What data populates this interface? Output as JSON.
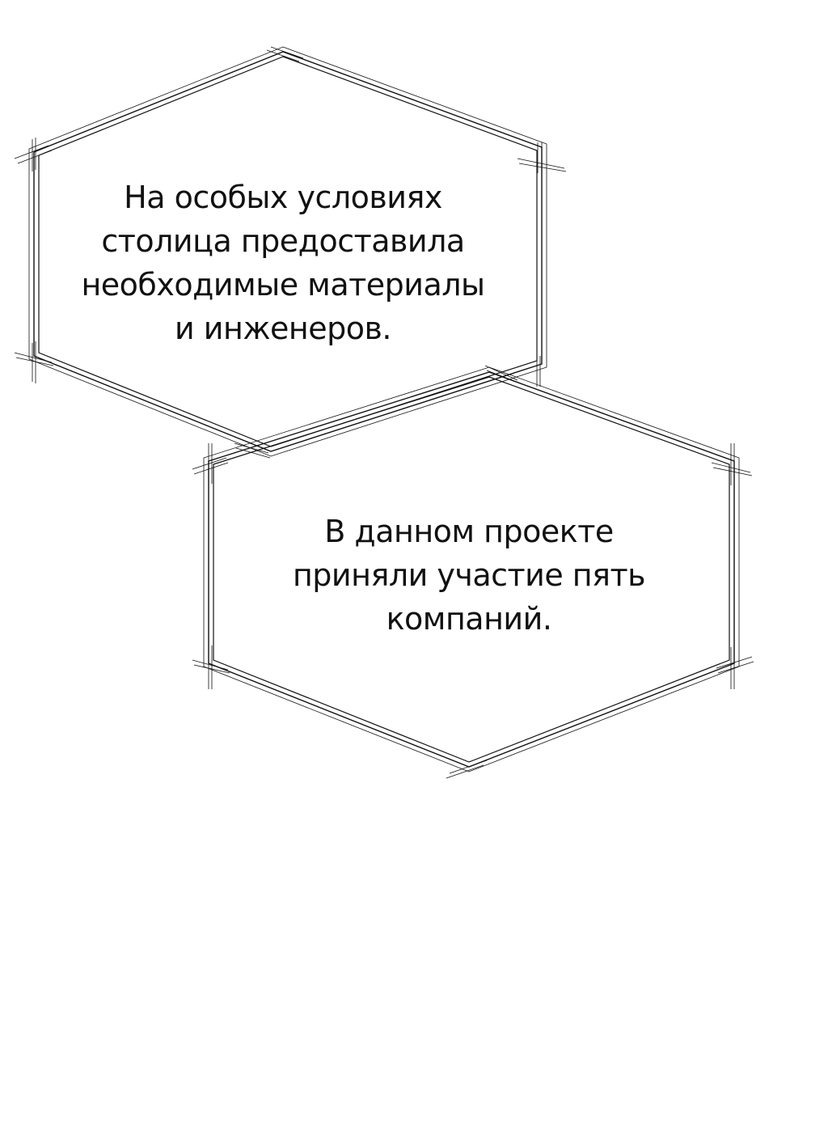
{
  "panel": {
    "bubbles": [
      {
        "lines": [
          "На особых условиях",
          "столица предоставила",
          "необходимые материалы",
          "и инженеров."
        ]
      },
      {
        "lines": [
          "В данном проекте",
          "приняли участие пять",
          "компаний."
        ]
      }
    ],
    "colors": {
      "background": "#ffffff",
      "outline": "#111111",
      "text": "#111111"
    }
  }
}
